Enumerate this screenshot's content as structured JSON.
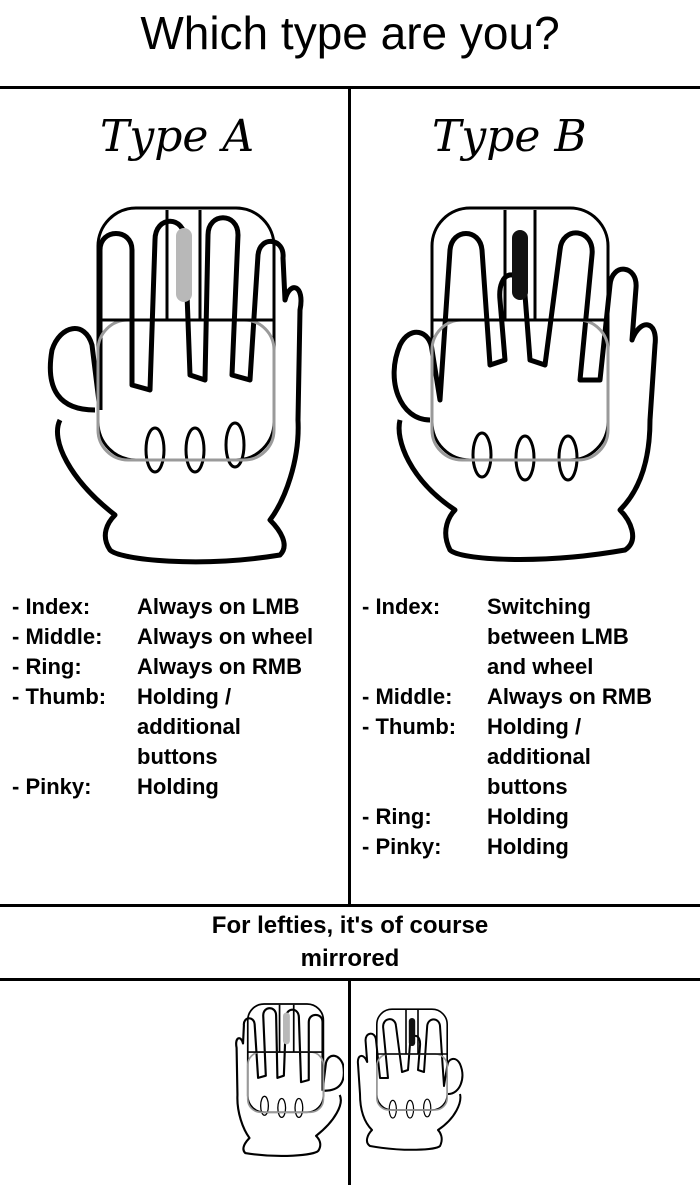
{
  "title": "Which type are you?",
  "type_a": {
    "label": "Type A",
    "mapping": [
      {
        "finger": "- Index:",
        "role": "Always on LMB"
      },
      {
        "finger": "- Middle:",
        "role": "Always on wheel"
      },
      {
        "finger": "- Ring:",
        "role": "Always on RMB"
      },
      {
        "finger": "- Thumb:",
        "role": "Holding / additional buttons"
      },
      {
        "finger": "- Pinky:",
        "role": "Holding"
      }
    ],
    "wheel_color": "#b8b8b8"
  },
  "type_b": {
    "label": "Type B",
    "mapping": [
      {
        "finger": "- Index:",
        "role": "Switching between LMB and wheel"
      },
      {
        "finger": "- Middle:",
        "role": "Always on RMB"
      },
      {
        "finger": "- Thumb:",
        "role": "Holding / additional buttons"
      },
      {
        "finger": "- Ring:",
        "role": "Holding"
      },
      {
        "finger": "- Pinky:",
        "role": "Holding"
      }
    ],
    "wheel_color": "#111111"
  },
  "lefties_note": "For lefties, it's of course mirrored"
}
